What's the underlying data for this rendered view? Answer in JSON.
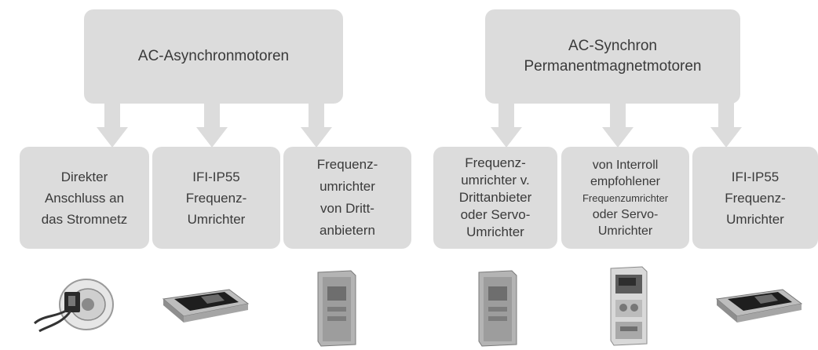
{
  "top_boxes": [
    {
      "lines": [
        "AC-Asynchronmotoren"
      ]
    },
    {
      "lines": [
        "AC-Synchron",
        "Permanentmagnetmotoren"
      ]
    }
  ],
  "options": [
    {
      "lines": [
        "Direkter",
        "Anschluss an",
        "das Stromnetz"
      ],
      "image": "motor-drum-icon"
    },
    {
      "lines": [
        "IFI-IP55",
        "Frequenz-",
        "Umrichter"
      ],
      "image": "ifi-inverter-icon"
    },
    {
      "lines": [
        "Frequenz-",
        "umrichter",
        "von Dritt-",
        "anbietern"
      ],
      "image": "drive-cabinet-icon"
    },
    {
      "lines": [
        "Frequenz-",
        "umrichter v.",
        "Drittanbieter",
        "oder Servo-",
        "Umrichter"
      ],
      "image": "drive-cabinet-icon"
    },
    {
      "lines": [
        "von Interroll",
        "empfohlener",
        "Frequenzumrichter",
        "oder Servo-",
        "Umrichter"
      ],
      "image": "servo-drive-icon"
    },
    {
      "lines": [
        "IFI-IP55",
        "Frequenz-",
        "Umrichter"
      ],
      "image": "ifi-inverter-icon"
    }
  ],
  "colors": {
    "box": "#dcdcdc",
    "text": "#3a3a3a"
  }
}
